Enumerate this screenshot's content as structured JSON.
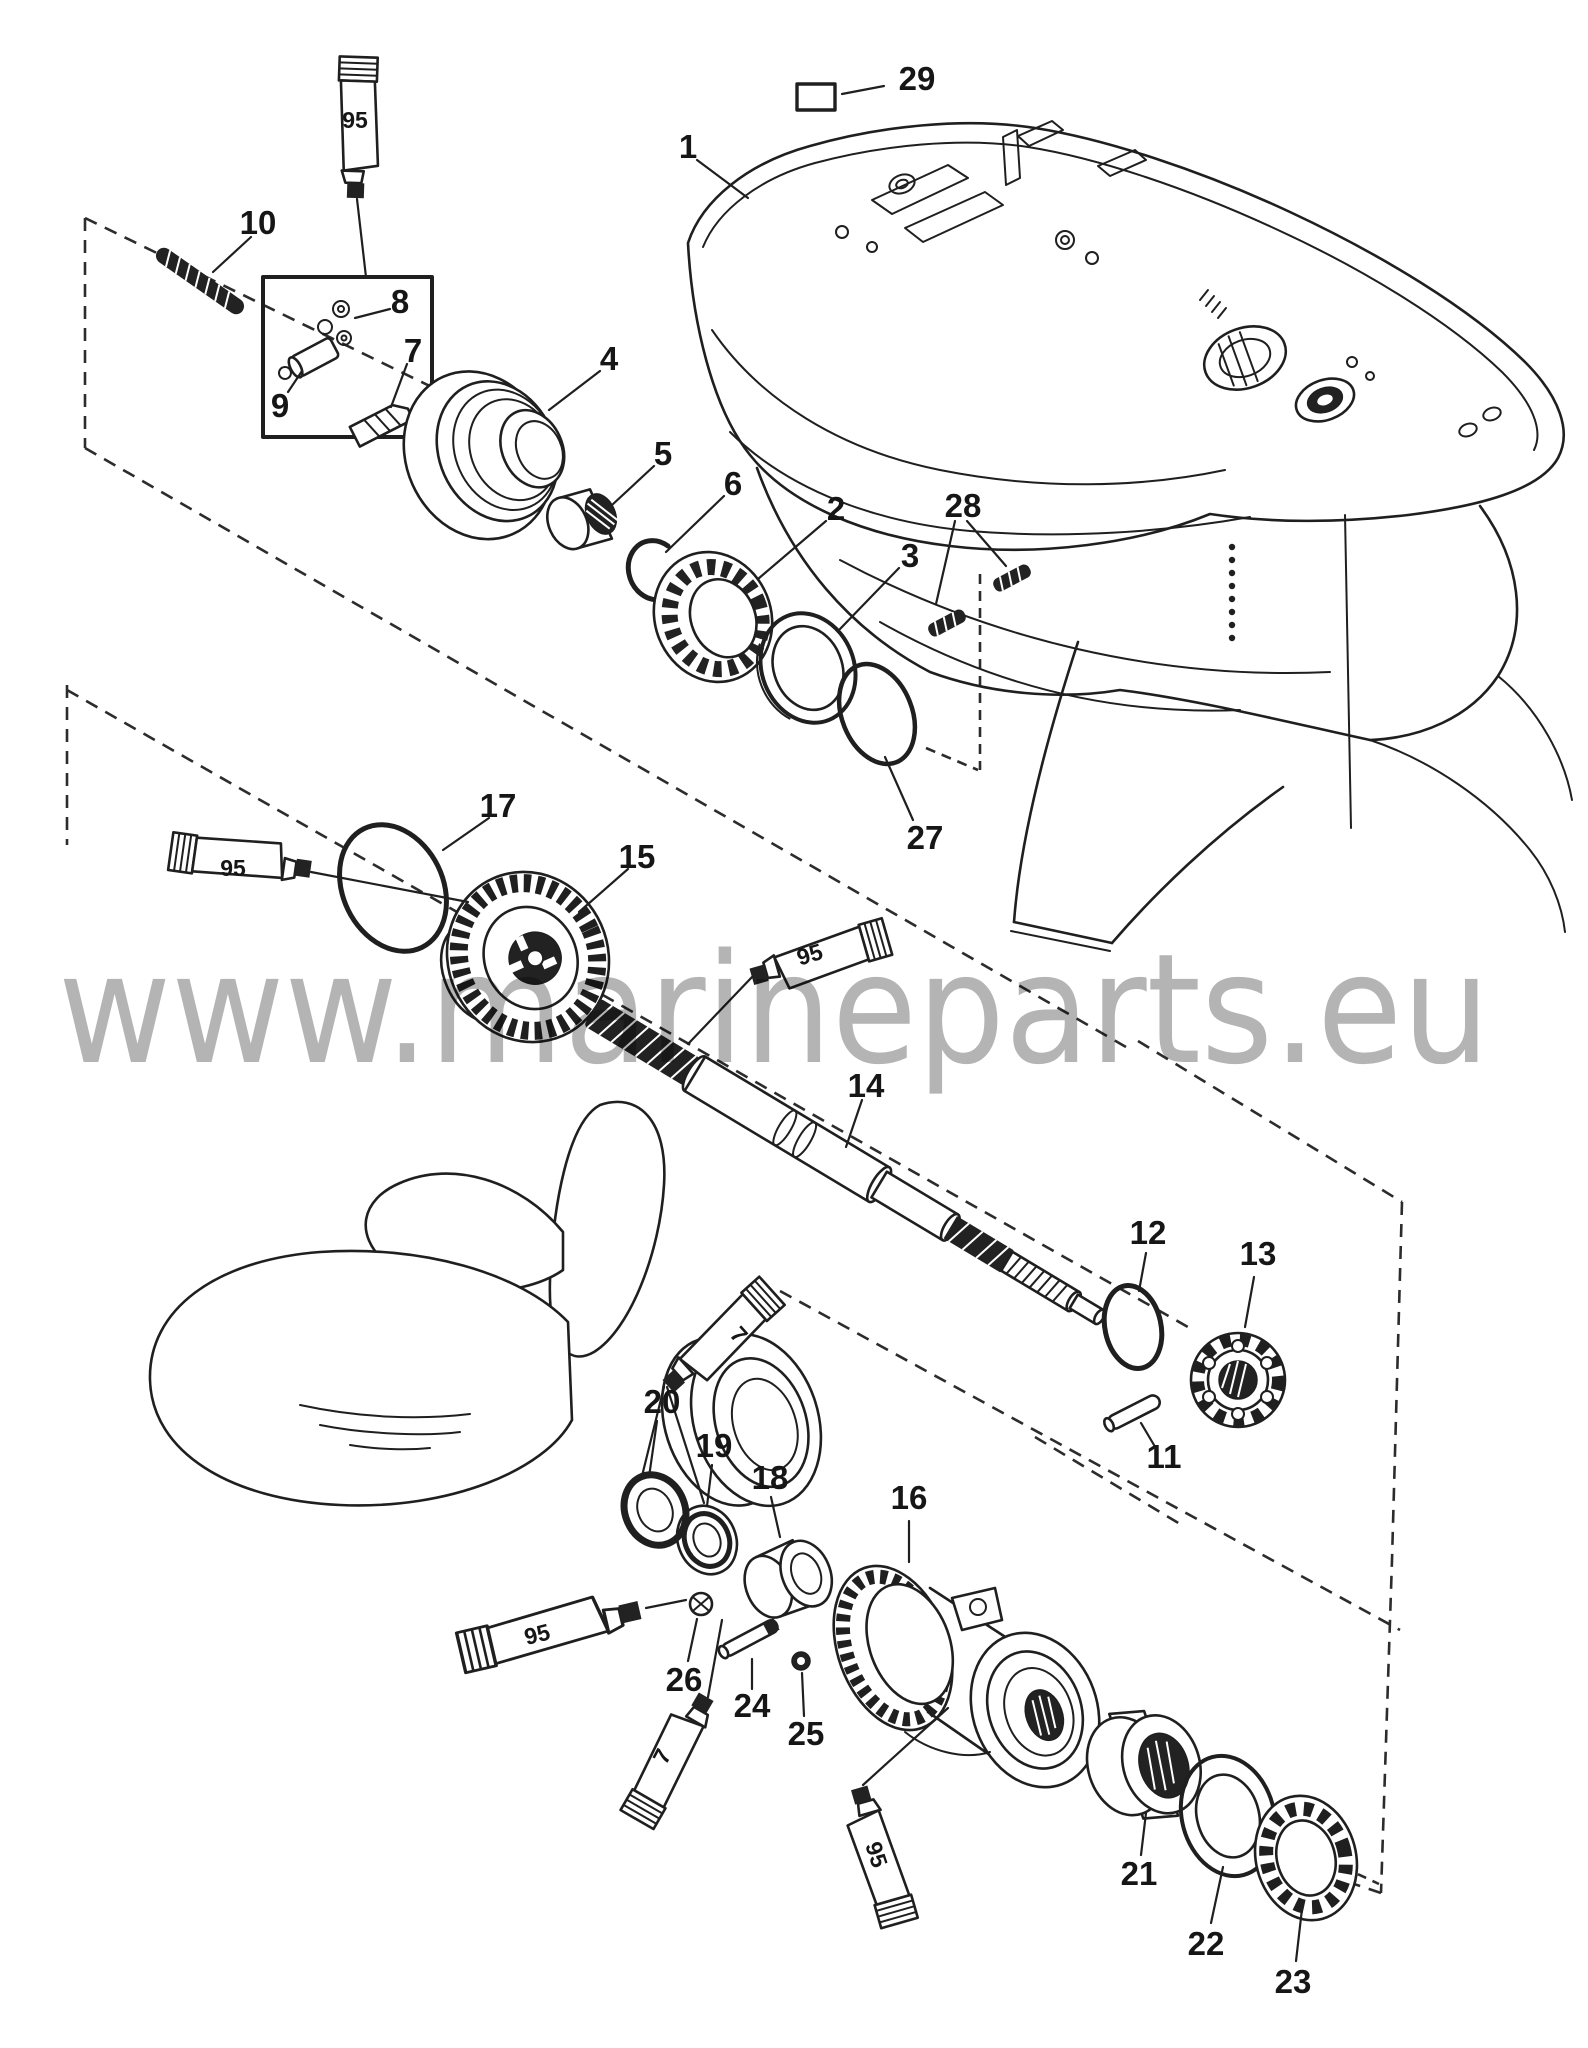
{
  "watermark": {
    "text": "www.marineparts.eu",
    "color": "#b4b4b4"
  },
  "tube_labels": {
    "lubricant": "95",
    "sealant": "7"
  },
  "callouts": {
    "1": "1",
    "2": "2",
    "3": "3",
    "4": "4",
    "5": "5",
    "6": "6",
    "7": "7",
    "8": "8",
    "9": "9",
    "10": "10",
    "11": "11",
    "12": "12",
    "13": "13",
    "14": "14",
    "15": "15",
    "16": "16",
    "17": "17",
    "18": "18",
    "19": "19",
    "20": "20",
    "21": "21",
    "22": "22",
    "23": "23",
    "24": "24",
    "25": "25",
    "26": "26",
    "27": "27",
    "28": "28",
    "29": "29"
  }
}
